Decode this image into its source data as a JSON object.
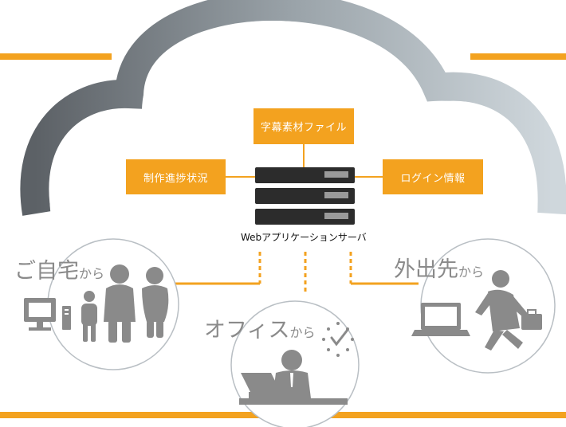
{
  "boxes": {
    "top": "字幕素材ファイル",
    "left": "制作進捗状況",
    "right": "ログイン情報"
  },
  "server_label": "Webアプリケーションサーバ",
  "locations": {
    "home": {
      "main": "ご自宅",
      "suffix": "から"
    },
    "office": {
      "main": "オフィス",
      "suffix": "から"
    },
    "outside": {
      "main": "外出先",
      "suffix": "から"
    }
  },
  "colors": {
    "accent": "#f3a21f",
    "cloud_dark": "#5c6166",
    "cloud_light": "#c6cfd5",
    "icon_gray": "#8a8a8a"
  }
}
